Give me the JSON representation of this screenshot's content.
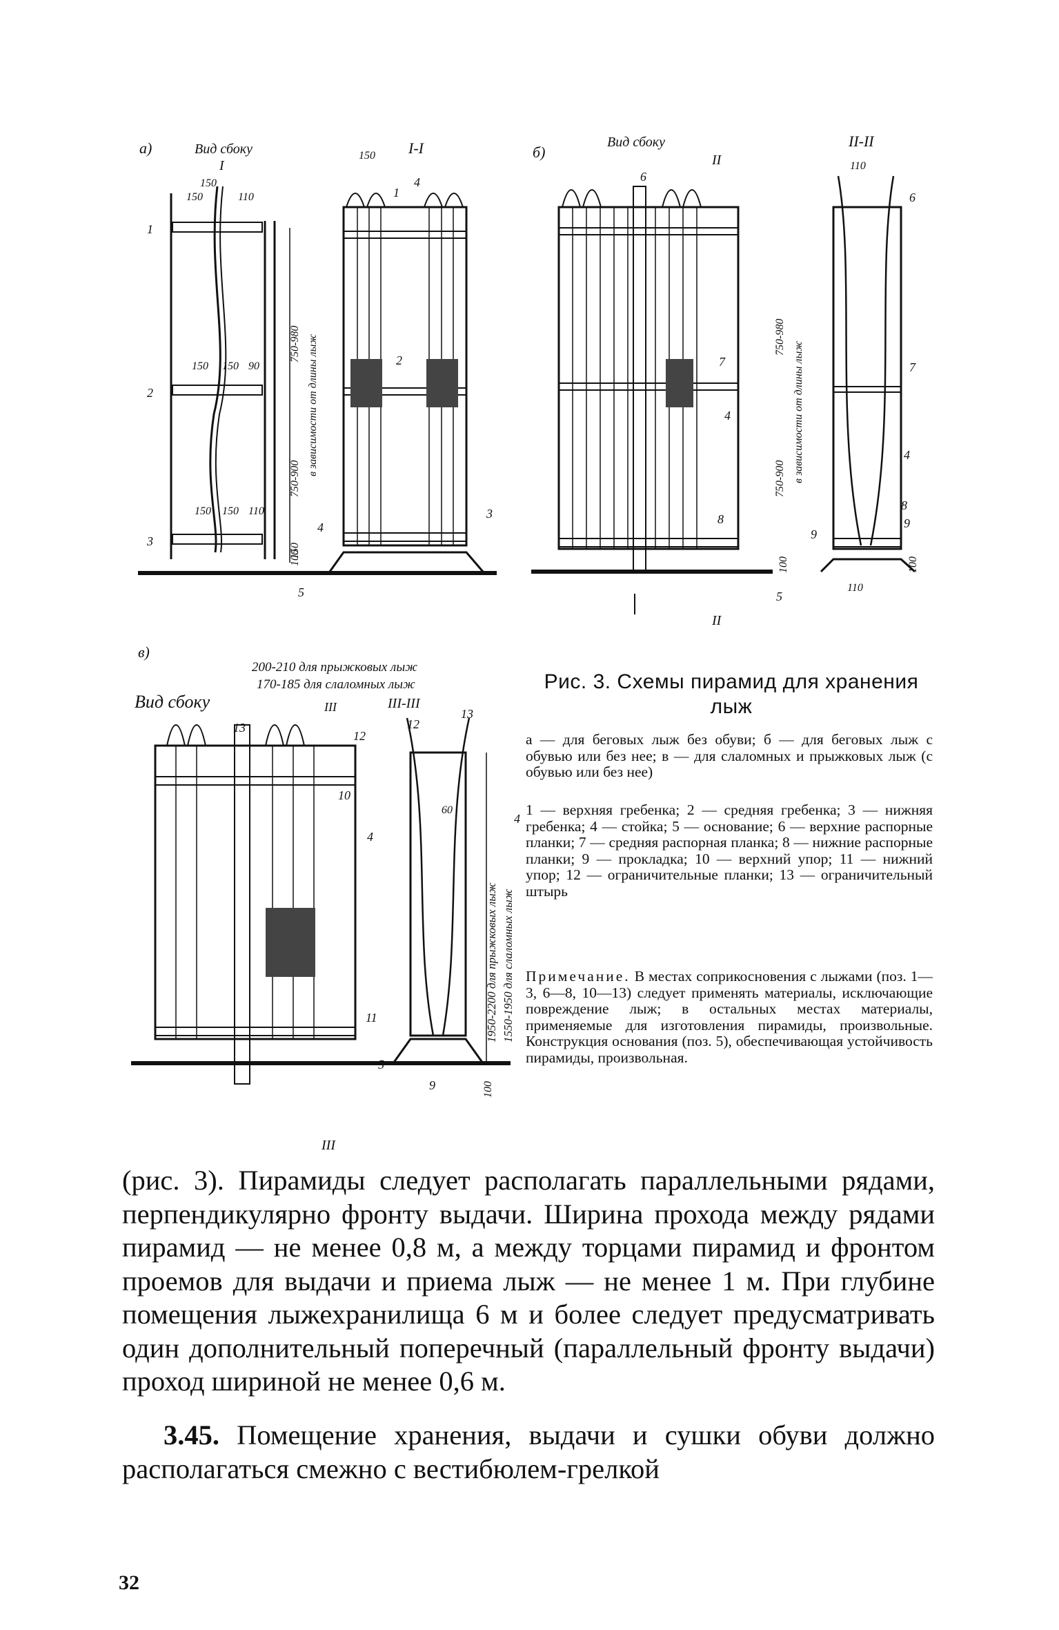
{
  "figure": {
    "a_panel": {
      "letter": "а)",
      "view_label": "Вид сбоку",
      "section_mark": "I",
      "section_label": "I-I",
      "dims": [
        "150",
        "150",
        "110",
        "150",
        "150",
        "90",
        "150",
        "150",
        "110",
        "150",
        "100",
        "750-980",
        "750-900",
        "в зависимости от длины лыж"
      ],
      "callouts": [
        "1",
        "2",
        "3",
        "4",
        "5",
        "1",
        "4",
        "2",
        "3"
      ]
    },
    "b_panel": {
      "letter": "б)",
      "view_label": "Вид сбоку",
      "section_mark": "II",
      "section_label": "II-II",
      "dims": [
        "110",
        "750-980",
        "750-900",
        "в зависимости от длины лыж",
        "100",
        "100",
        "110"
      ],
      "callouts": [
        "6",
        "6",
        "7",
        "7",
        "4",
        "8",
        "9",
        "5",
        "4",
        "8",
        "9"
      ]
    },
    "v_panel": {
      "letter": "в)",
      "view_label": "Вид сбоку",
      "section_mark": "III",
      "section_label": "III-III",
      "dim_jump": "200-210 для прыжковых лыж",
      "dim_slalom": "170-185 для слаломных лыж",
      "dims": [
        "1950-2200 для прыжковых лыж",
        "1550-1950 для слаломных лыж",
        "100",
        "60"
      ],
      "callouts": [
        "13",
        "12",
        "10",
        "4",
        "12",
        "13",
        "11",
        "5",
        "9",
        "4"
      ]
    }
  },
  "caption": {
    "title": "Рис. 3. Схемы пирамид для хранения лыж",
    "variants": "а — для беговых лыж без обуви; б — для беговых лыж с обувью или без нее; в — для слаломных и прыжковых лыж (с обувью или без нее)",
    "legend": "1 — верхняя гребенка; 2 — средняя гребенка; 3 — нижняя гребенка; 4 — стойка; 5 — основание; 6 — верхние распорные планки; 7 — средняя распорная планка; 8 — нижние распорные планки; 9 — прокладка; 10 — верхний упор; 11 — нижний упор; 12 — ограничительные планки; 13 — ограничительный штырь",
    "note_head": "Примечание.",
    "note_body": "В местах соприкосновения с лыжами (поз. 1—3, 6—8, 10—13) следует применять материалы, исключающие повреждение лыж; в остальных местах материалы, применяемые для изготовления пирамиды, произвольные. Конструкция основания (поз. 5), обеспечивающая устойчивость пирамиды, произвольная."
  },
  "body": {
    "para1": "(рис. 3). Пирамиды следует располагать параллельными рядами, перпендикулярно фронту выдачи. Ширина прохода между рядами пирамид — не менее 0,8 м, а между торцами пирамид и фронтом проемов для выдачи и приема лыж — не менее 1 м. При глубине помещения лыжехранилища 6 м и более следует предусматривать один дополнительный поперечный (параллельный фронту выдачи) проход шириной не менее 0,6 м.",
    "para2_num": "3.45.",
    "para2": "Помещение хранения, выдачи и сушки обуви должно располагаться смежно с вестибюлем-грелкой"
  },
  "page_number": "32"
}
